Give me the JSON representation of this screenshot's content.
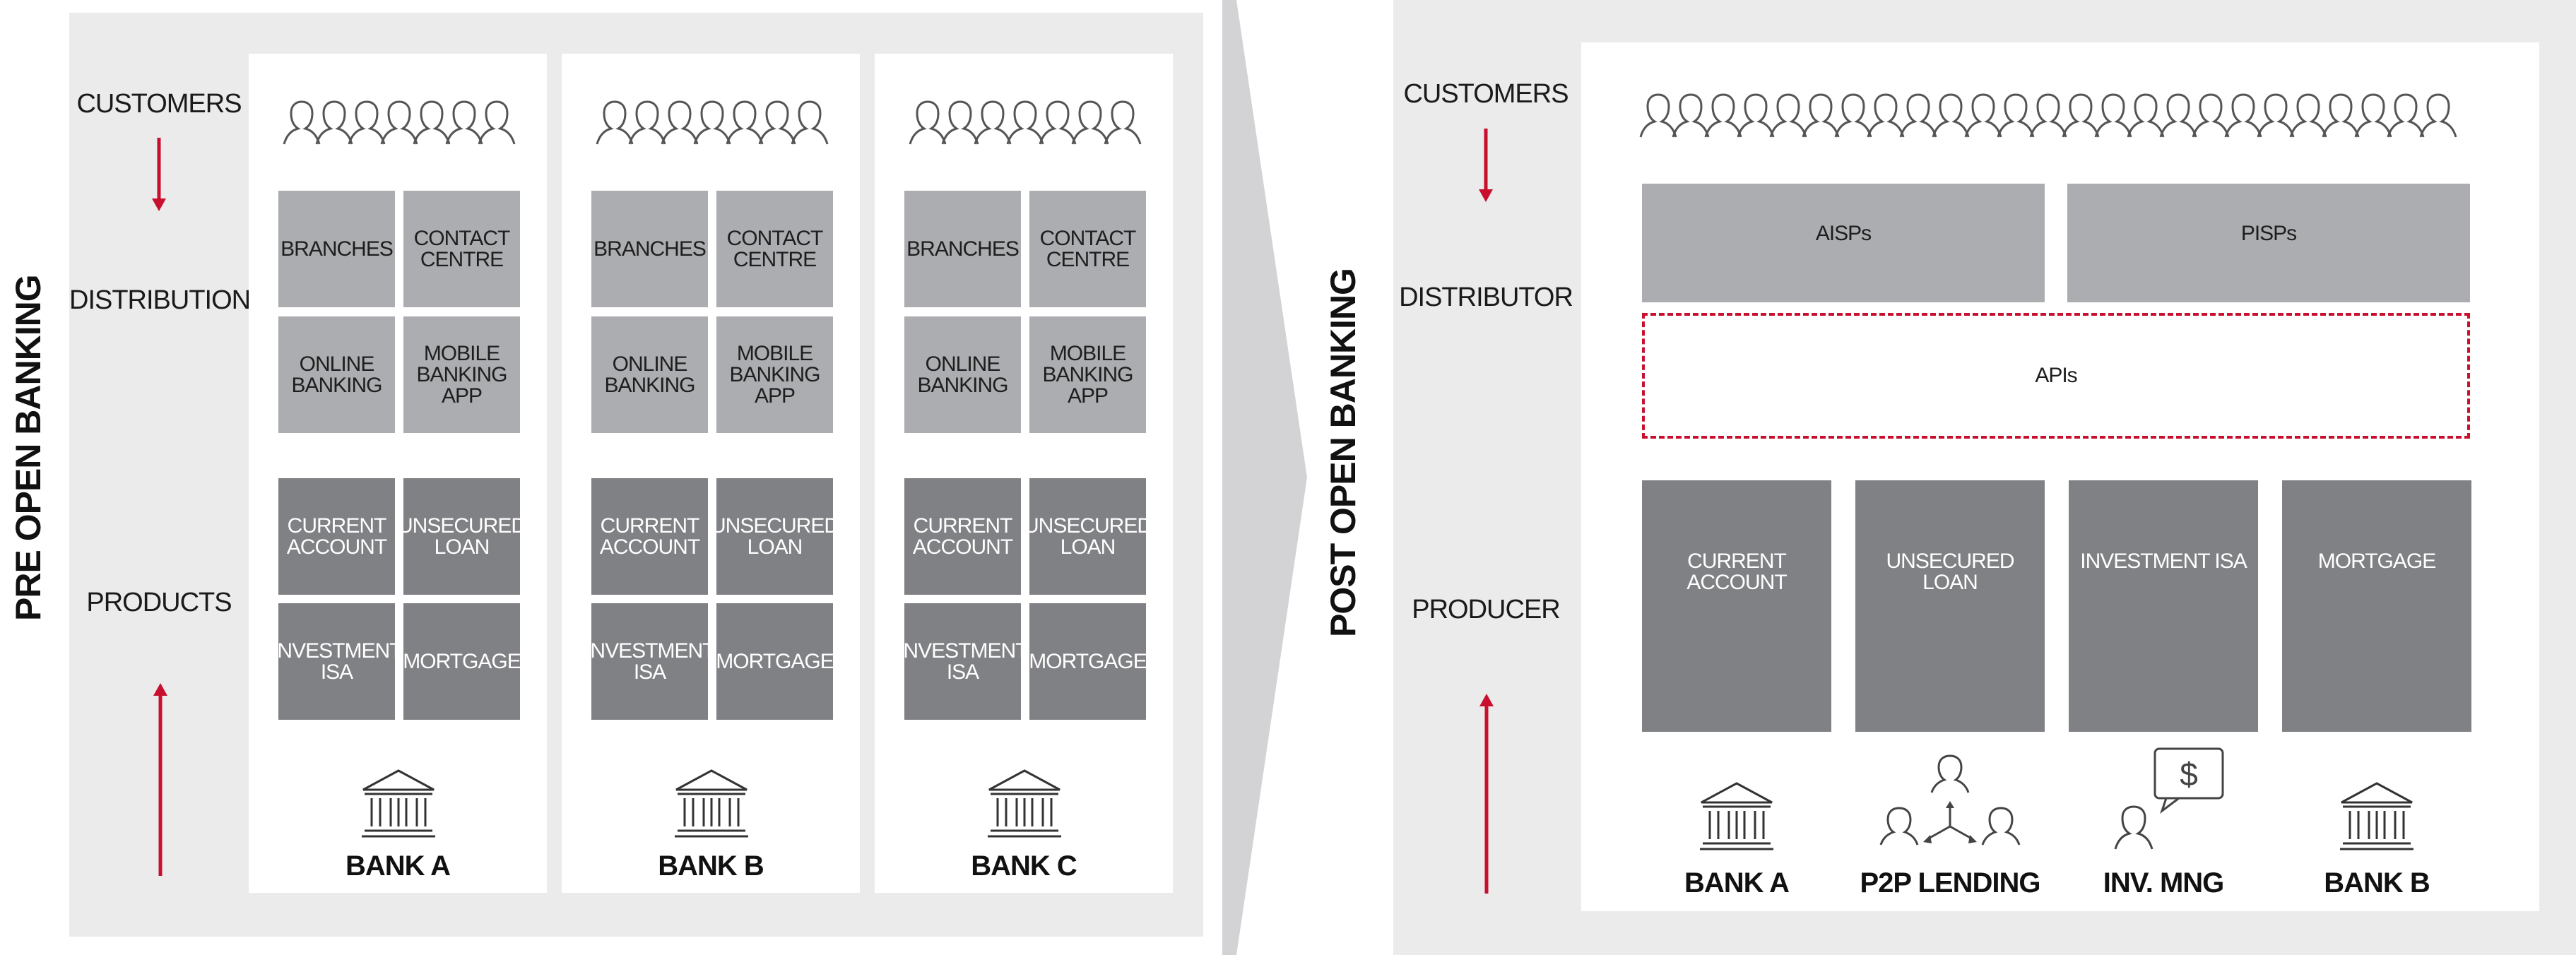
{
  "pre": {
    "title": "PRE OPEN BANKING",
    "labels": {
      "customers": "CUSTOMERS",
      "distribution": "DISTRIBUTION",
      "products": "PRODUCTS"
    },
    "banks": [
      {
        "name": "BANK A",
        "channels": [
          "BRANCHES",
          "CONTACT CENTRE",
          "ONLINE BANKING",
          "MOBILE BANKING APP"
        ],
        "products": [
          "CURRENT ACCOUNT",
          "UNSECURED LOAN",
          "INVESTMENT ISA",
          "MORTGAGE"
        ]
      },
      {
        "name": "BANK B",
        "channels": [
          "BRANCHES",
          "CONTACT CENTRE",
          "ONLINE BANKING",
          "MOBILE BANKING APP"
        ],
        "products": [
          "CURRENT ACCOUNT",
          "UNSECURED LOAN",
          "INVESTMENT ISA",
          "MORTGAGE"
        ]
      },
      {
        "name": "BANK C",
        "channels": [
          "BRANCHES",
          "CONTACT CENTRE",
          "ONLINE BANKING",
          "MOBILE BANKING APP"
        ],
        "products": [
          "CURRENT ACCOUNT",
          "UNSECURED LOAN",
          "INVESTMENT ISA",
          "MORTGAGE"
        ]
      }
    ]
  },
  "post": {
    "title": "POST OPEN BANKING",
    "labels": {
      "customers": "CUSTOMERS",
      "distributor": "DISTRIBUTOR",
      "producer": "PRODUCER"
    },
    "distributors": [
      "AISPs",
      "PISPs"
    ],
    "apis": "APIs",
    "products": [
      "CURRENT ACCOUNT",
      "UNSECURED LOAN",
      "INVESTMENT ISA",
      "MORTGAGE"
    ],
    "producers": [
      "BANK A",
      "P2P LENDING",
      "INV. MNG",
      "BANK B"
    ]
  },
  "colors": {
    "accent_red": "#c8102e",
    "light_box": "#acadb0",
    "dark_box": "#808184",
    "panel": "#ebebec"
  },
  "icons": {
    "crowd": "people-crowd-icon",
    "bank": "bank-building-icon",
    "p2p": "p2p-network-icon",
    "investment": "advisor-dollar-icon"
  }
}
